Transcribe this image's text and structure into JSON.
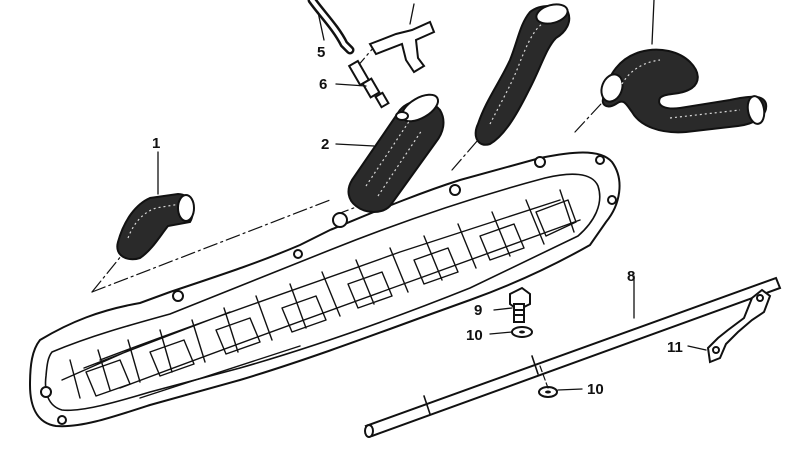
{
  "callouts": {
    "c1": "1",
    "c2": "2",
    "c5": "5",
    "c6": "6",
    "c8": "8",
    "c9": "9",
    "c10a": "10",
    "c10b": "10",
    "c11": "11"
  },
  "colors": {
    "ink": "#111111",
    "paper": "#ffffff",
    "rubber": "#2a2a2a"
  }
}
